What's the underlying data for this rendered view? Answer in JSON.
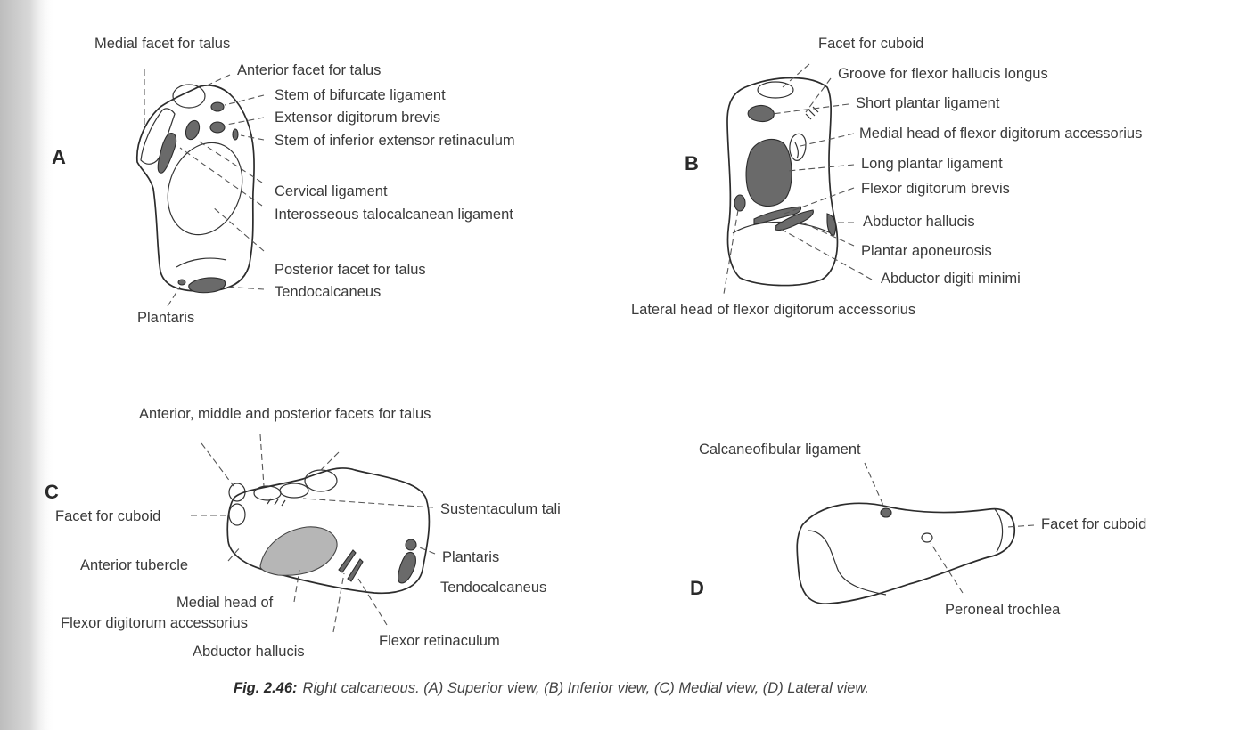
{
  "figure": {
    "panels": {
      "A": {
        "letter": "A",
        "labels": {
          "medial_facet_talus": "Medial facet for talus",
          "anterior_facet_talus": "Anterior facet for talus",
          "stem_bifurcate": "Stem of bifurcate ligament",
          "extensor_digitorum_brevis": "Extensor digitorum brevis",
          "stem_inferior_extensor": "Stem of inferior extensor retinaculum",
          "cervical_ligament": "Cervical ligament",
          "interosseous": "Interosseous talocalcanean ligament",
          "posterior_facet_talus": "Posterior facet for talus",
          "tendocalcaneus": "Tendocalcaneus",
          "plantaris": "Plantaris"
        }
      },
      "B": {
        "letter": "B",
        "labels": {
          "facet_cuboid": "Facet for cuboid",
          "groove_fhl": "Groove for flexor hallucis longus",
          "short_plantar": "Short plantar ligament",
          "medial_head_fda": "Medial head of flexor digitorum accessorius",
          "long_plantar": "Long plantar ligament",
          "fdb": "Flexor digitorum brevis",
          "abductor_hallucis": "Abductor hallucis",
          "plantar_aponeurosis": "Plantar aponeurosis",
          "abductor_digiti_minimi": "Abductor digiti minimi",
          "lateral_head_fda": "Lateral head of flexor digitorum accessorius"
        }
      },
      "C": {
        "letter": "C",
        "labels": {
          "facets_talus": "Anterior, middle and posterior facets for talus",
          "facet_cuboid": "Facet for cuboid",
          "sustentaculum": "Sustentaculum tali",
          "anterior_tubercle": "Anterior tubercle",
          "plantaris": "Plantaris",
          "tendocalcaneus": "Tendocalcaneus",
          "medial_head_line1": "Medial head of",
          "medial_head_line2": "Flexor digitorum accessorius",
          "flexor_retinaculum": "Flexor retinaculum",
          "abductor_hallucis": "Abductor hallucis"
        }
      },
      "D": {
        "letter": "D",
        "labels": {
          "calcaneofibular": "Calcaneofibular ligament",
          "facet_cuboid": "Facet for cuboid",
          "peroneal_trochlea": "Peroneal trochlea"
        }
      }
    },
    "caption": {
      "fig_number": "Fig. 2.46:",
      "text": "Right calcaneous. (A) Superior view, (B) Inferior view, (C) Medial view, (D) Lateral view."
    },
    "colors": {
      "ink": "#2c2c2c",
      "dark_attachment": "#6a6a6a",
      "light_attachment": "#b6b6b6",
      "page_edge_shadow": "#c9c9c9"
    }
  }
}
